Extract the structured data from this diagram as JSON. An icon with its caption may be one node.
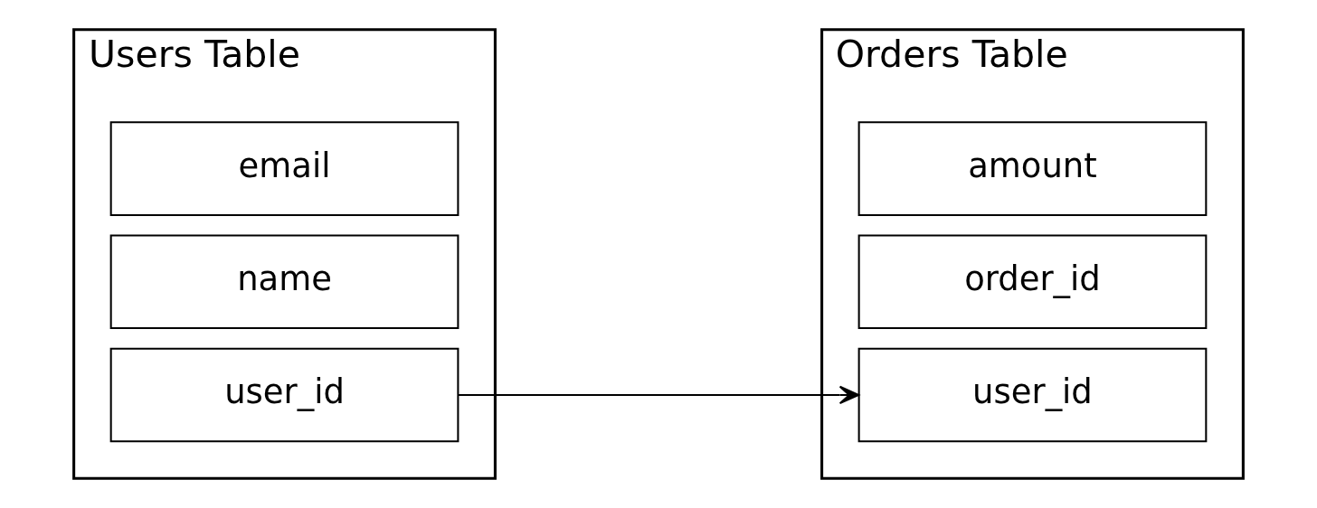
{
  "diagram": {
    "nodes": [
      {
        "text": [
          "Users Table"
        ]
      },
      {
        "text": [
          "user_id"
        ],
        "in": 0
      },
      {
        "text": [
          "name"
        ],
        "in": 0
      },
      {
        "text": [
          "email"
        ],
        "in": 0
      },
      {
        "text": [
          "Orders Table"
        ]
      },
      {
        "text": [
          "user_id"
        ],
        "in": 4
      },
      {
        "text": [
          "order_id"
        ],
        "in": 4
      },
      {
        "text": [
          "amount"
        ],
        "in": 4
      }
    ],
    "edges": [
      {
        "from": 1,
        "to": 5,
        "arrow": "to"
      }
    ]
  }
}
